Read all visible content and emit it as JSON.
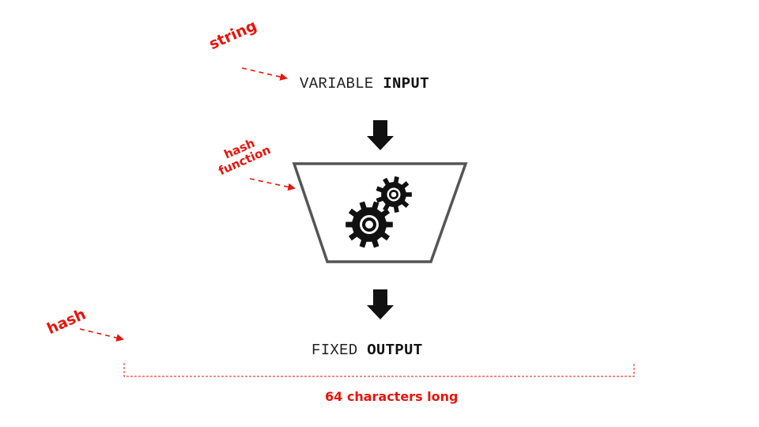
{
  "input": {
    "plain": "VARIABLE",
    "bold": "INPUT"
  },
  "output": {
    "plain": "FIXED",
    "bold": "OUTPUT"
  },
  "annotations": {
    "string": "string",
    "hash_function_line1": "hash",
    "hash_function_line2": "function",
    "hash": "hash",
    "length": "64 characters long"
  },
  "icons": {
    "arrows": "down-arrow-icon",
    "machine": "funnel-icon",
    "gears": "gear-icon"
  },
  "colors": {
    "annotation": "#e8140c",
    "funnel_stroke": "#555555",
    "arrow": "#111111"
  }
}
